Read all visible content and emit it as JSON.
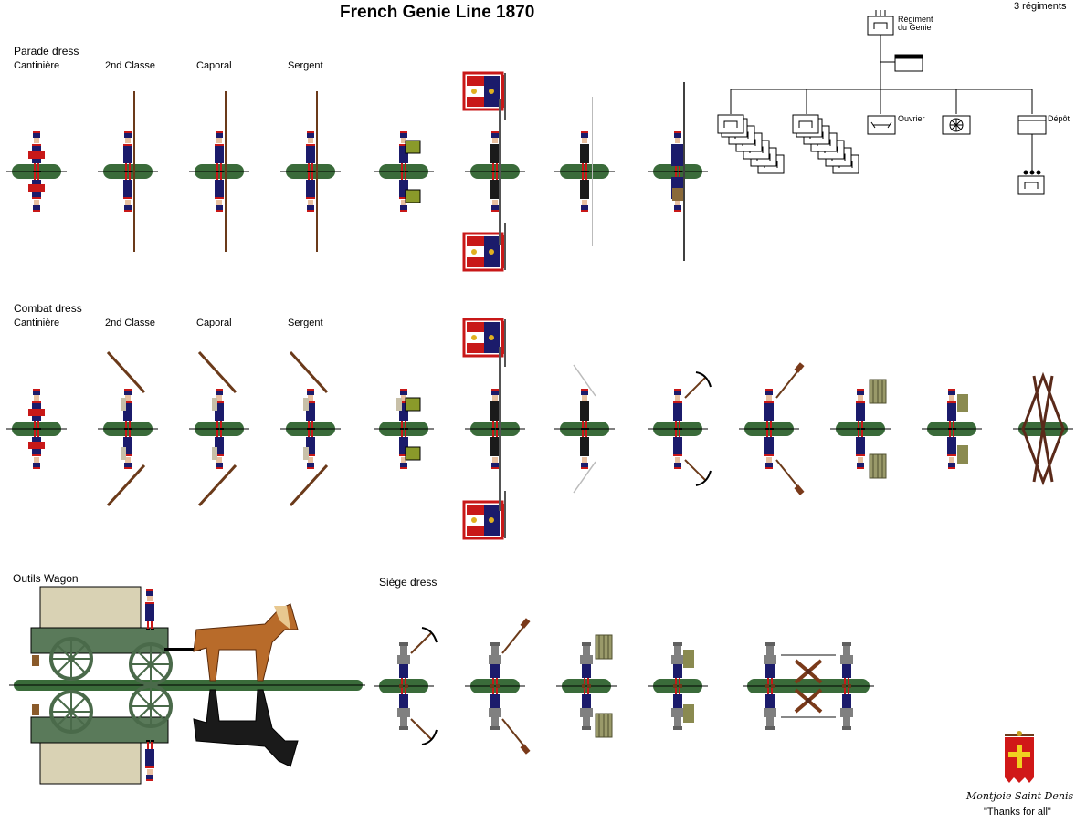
{
  "title": "French Genie Line 1870",
  "regiment_count": "3 régiments",
  "colors": {
    "base_green": "#3a6b3a",
    "uniform_blue": "#1b1b6b",
    "trouser_red": "#c81818",
    "wagon_green": "#5a7a5a",
    "canvas": "#d9d2b4",
    "horse_brown": "#b86b2a"
  },
  "sections": {
    "parade": {
      "heading": "Parade dress",
      "labels": [
        "Cantinière",
        "2nd Classe",
        "Caporal",
        "Sergent"
      ]
    },
    "combat": {
      "heading": "Combat dress",
      "labels": [
        "Cantinière",
        "2nd Classe",
        "Caporal",
        "Sergent"
      ]
    },
    "wagon": {
      "heading": "Outils Wagon"
    },
    "siege": {
      "heading": "Siège dress"
    }
  },
  "org_chart": {
    "top_label_1": "Régiment",
    "top_label_2": "du Genie",
    "ouvrier_label": "Ouvrier",
    "depot_label": "Dépôt"
  },
  "credit": {
    "motto": "Montjoie Saint Denis",
    "thanks": "\"Thanks for all\""
  }
}
